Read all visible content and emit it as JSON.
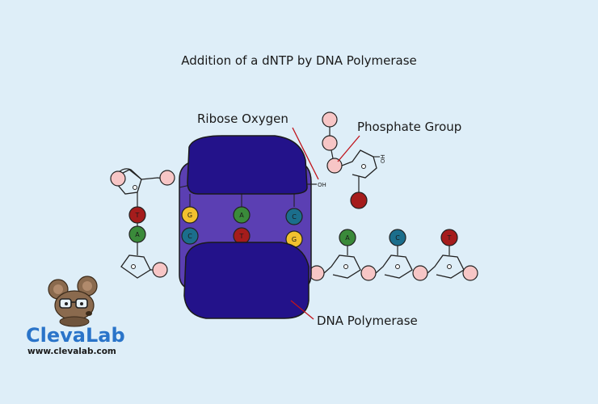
{
  "title": "Addition of a dNTP by DNA Polymerase",
  "labels": {
    "ribose_oxygen": "Ribose Oxygen",
    "phosphate_group": "Phosphate Group",
    "dna_polymerase": "DNA Polymerase",
    "oh_main": "OH",
    "oh_dntp": "OH"
  },
  "logo": {
    "name_part1": "Cleva",
    "name_part2": "Lab",
    "url": "www.clevalab.com"
  },
  "top_strand_bases": [
    {
      "letter": "T",
      "color": "#a51c1c"
    },
    {
      "letter": "G",
      "color": "#f2c12e"
    },
    {
      "letter": "A",
      "color": "#3a8a3a"
    },
    {
      "letter": "C",
      "color": "#1b6e8c"
    }
  ],
  "bottom_strand_bases": [
    {
      "letter": "A",
      "color": "#3a8a3a"
    },
    {
      "letter": "C",
      "color": "#1b6e8c"
    },
    {
      "letter": "T",
      "color": "#a51c1c"
    },
    {
      "letter": "G",
      "color": "#f2c12e"
    },
    {
      "letter": "A",
      "color": "#3a8a3a"
    },
    {
      "letter": "C",
      "color": "#1b6e8c"
    },
    {
      "letter": "T",
      "color": "#a51c1c"
    }
  ],
  "colors": {
    "background": "#deeef8",
    "phosphate": "#f7c6c6",
    "polymerase_dark": "#23128a",
    "polymerase_light": "#5b3fb3",
    "callout_line": "#c0141c",
    "dntp_base": "#a51c1c",
    "logo_blue": "#2a74c9"
  }
}
